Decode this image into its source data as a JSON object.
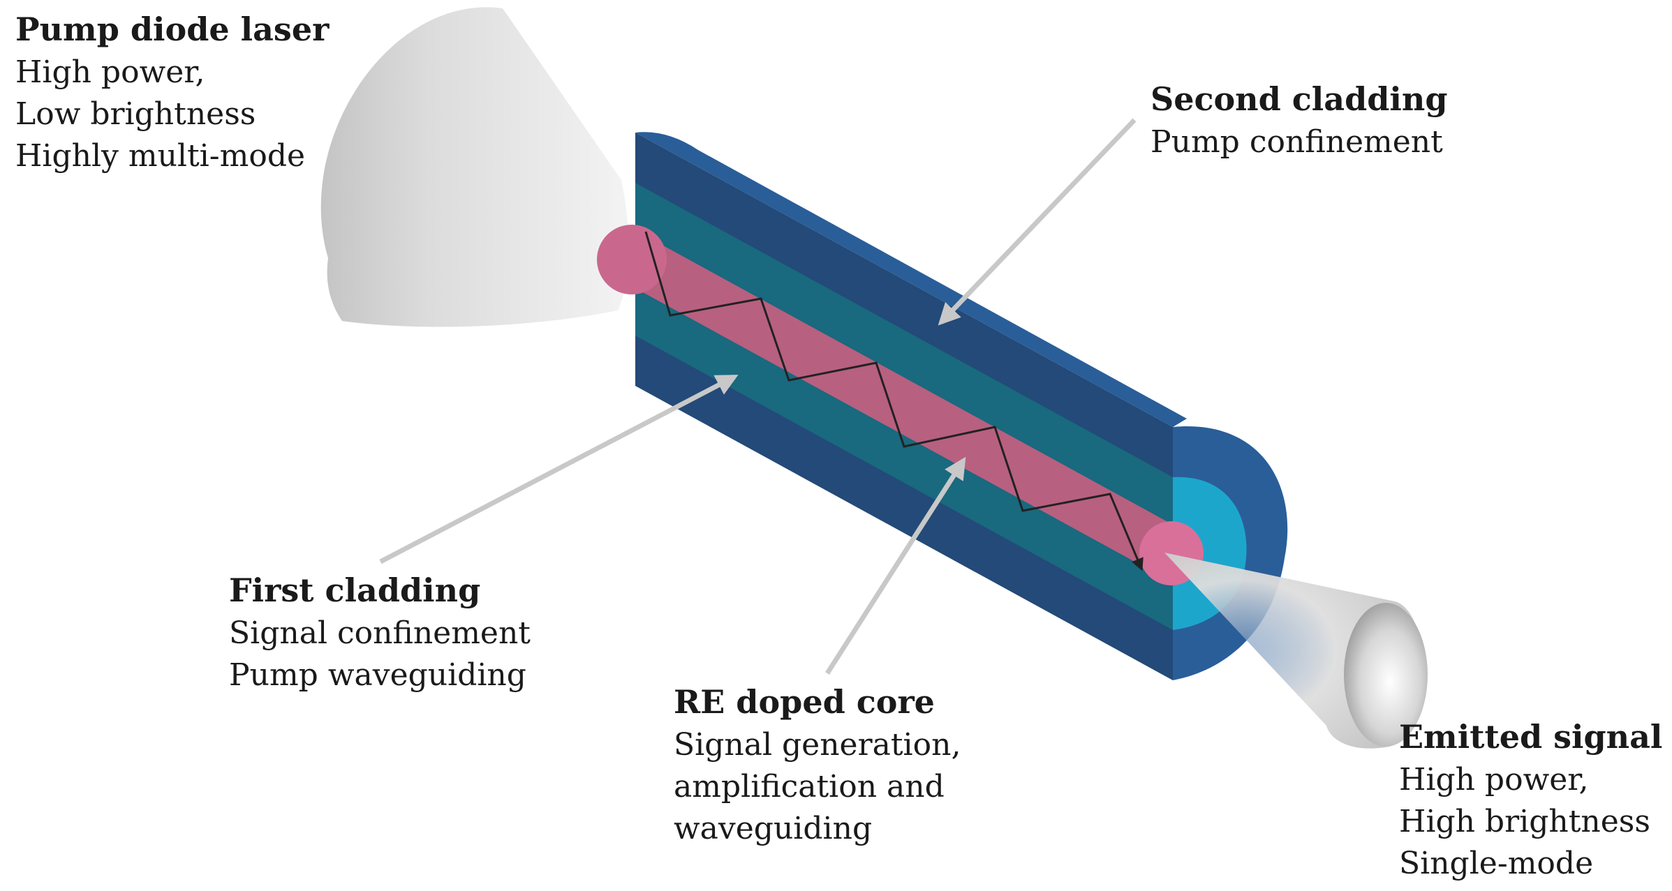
{
  "colors": {
    "outer_cladding": "#234a78",
    "outer_cladding_face": "#2a5e98",
    "inner_cladding": "#19697f",
    "inner_cladding_face": "#1da6cc",
    "core": "#b8607f",
    "core_face": "#d9709a",
    "arrow": "#c8c8c8",
    "beam": "#d4d4d4"
  },
  "labels": {
    "pump": {
      "title": "Pump diode laser",
      "lines": [
        "High power,",
        "Low brightness",
        "Highly multi-mode"
      ]
    },
    "second_cladding": {
      "title": "Second cladding",
      "lines": [
        "Pump confinement"
      ]
    },
    "first_cladding": {
      "title": "First cladding",
      "lines": [
        "Signal confinement",
        "Pump waveguiding"
      ]
    },
    "core": {
      "title": "RE doped core",
      "lines": [
        "Signal generation,",
        "amplification and",
        "waveguiding"
      ]
    },
    "emitted": {
      "title": "Emitted signal",
      "lines": [
        "High power,",
        "High brightness",
        "Single-mode"
      ]
    }
  }
}
